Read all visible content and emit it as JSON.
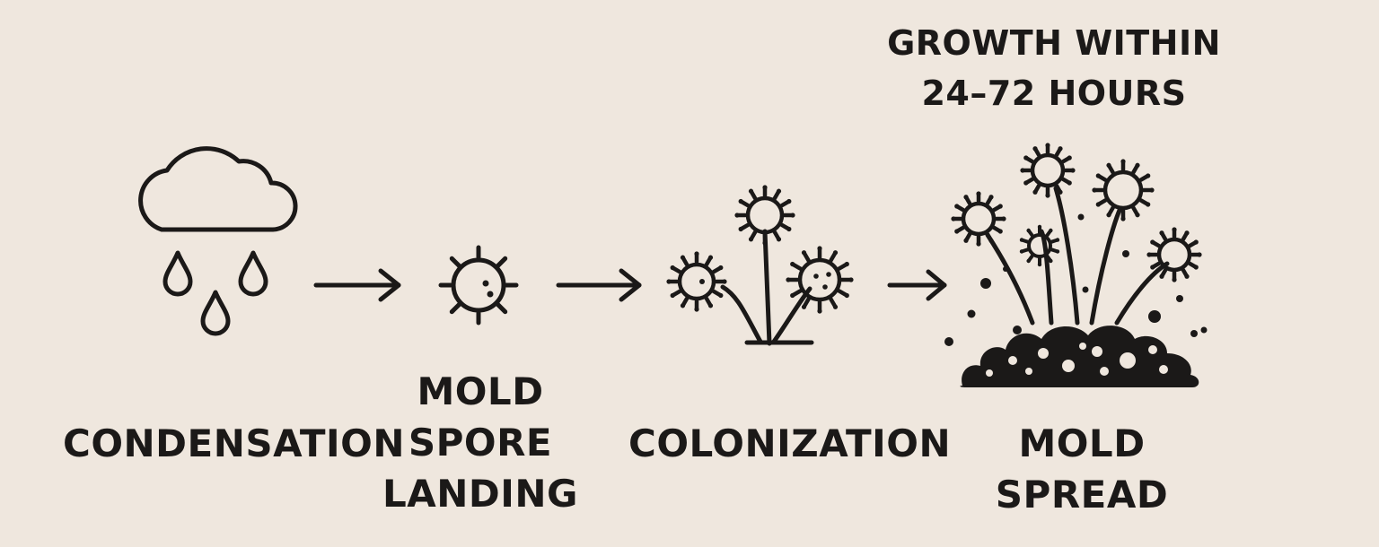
{
  "diagram": {
    "background_color": "#efe7de",
    "ink_color": "#1b1918",
    "steps": [
      {
        "id": "condensation",
        "label_lines": [
          "CONDENSATION"
        ],
        "icon": "cloud-rain-icon"
      },
      {
        "id": "spore-landing",
        "label_lines": [
          "MOLD",
          "SPORE",
          "LANDING"
        ],
        "icon": "spore-icon"
      },
      {
        "id": "colonization",
        "label_lines": [
          "COLONIZATION"
        ],
        "icon": "mold-sprouts-icon"
      },
      {
        "id": "mold-spread",
        "label_lines": [
          "MOLD",
          "SPREAD"
        ],
        "icon": "mold-colony-icon"
      }
    ],
    "connectors": [
      "arrow-right-icon",
      "arrow-right-icon",
      "arrow-right-icon"
    ],
    "annotation": {
      "lines": [
        "GROWTH WITHIN",
        "24–72 HOURS"
      ]
    }
  }
}
